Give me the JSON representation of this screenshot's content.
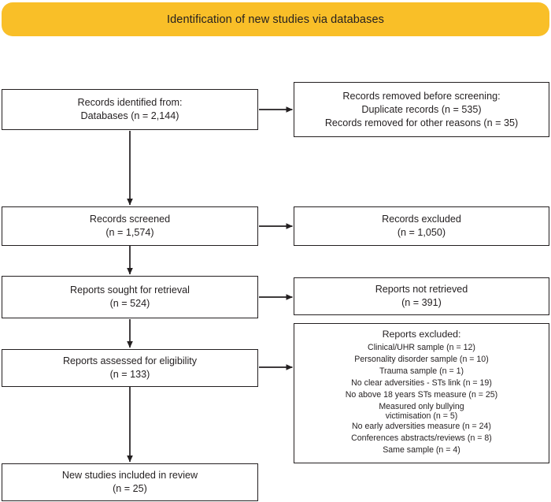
{
  "banner": {
    "title": "Identification of new studies via databases",
    "color": "#f9bf28"
  },
  "theme": {
    "box_border": "#231f20",
    "text": "#231f20",
    "background": "#ffffff",
    "arrow": "#231f20"
  },
  "nodes": {
    "identified": {
      "name": "records-identified",
      "lines": [
        "Records identified from:",
        "Databases (n = 2,144)"
      ]
    },
    "removed_before_screening": {
      "name": "records-removed-before-screening",
      "lines": [
        "Records removed before screening:",
        "Duplicate records (n = 535)",
        "Records removed for other reasons (n = 35)"
      ]
    },
    "screened": {
      "name": "records-screened",
      "lines": [
        "Records screened",
        "(n = 1,574)"
      ]
    },
    "excluded": {
      "name": "records-excluded",
      "lines": [
        "Records excluded",
        "(n = 1,050)"
      ]
    },
    "sought": {
      "name": "reports-sought-for-retrieval",
      "lines": [
        "Reports sought for retrieval",
        "(n = 524)"
      ]
    },
    "not_retrieved": {
      "name": "reports-not-retrieved",
      "lines": [
        "Reports not retrieved",
        "(n = 391)"
      ]
    },
    "assessed": {
      "name": "reports-assessed-for-eligibility",
      "lines": [
        "Reports assessed for eligibility",
        "(n = 133)"
      ]
    },
    "reports_excluded": {
      "name": "reports-excluded",
      "heading": "Reports excluded:",
      "lines": [
        "Clinical/UHR sample (n = 12)",
        "Personality disorder sample (n = 10)",
        "Trauma sample (n = 1)",
        "No clear adversities - STs link (n = 19)",
        "No above 18 years STs measure (n = 25)"
      ],
      "wrapped": [
        "Measured only bullying",
        "victimisation (n =  5)"
      ],
      "lines_after": [
        "No early adversities measure (n = 24)",
        "Conferences abstracts/reviews (n = 8)",
        "Same sample (n = 4)"
      ]
    },
    "included": {
      "name": "new-studies-included-in-review",
      "lines": [
        "New studies included in review",
        "(n = 25)"
      ]
    }
  }
}
